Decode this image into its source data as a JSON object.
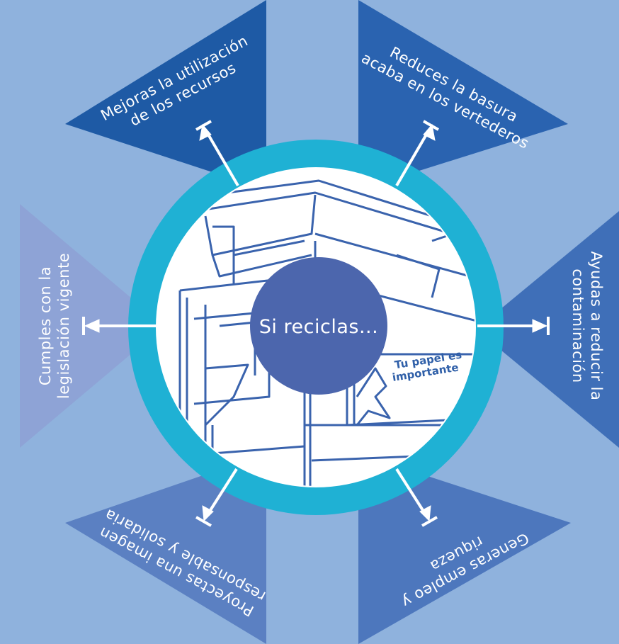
{
  "center": {
    "label": "Si reciclas..."
  },
  "stamp": {
    "line1": "Tu papel es",
    "line2": "importante"
  },
  "benefits": [
    {
      "id": "top-left",
      "line1": "Mejoras la utilización",
      "line2": "de los recursos"
    },
    {
      "id": "top-right",
      "line1": "Reduces la basura",
      "line2": "acaba en los vertederos"
    },
    {
      "id": "right",
      "line1": "Ayudas a reducir la",
      "line2": "contaminación"
    },
    {
      "id": "bottom-right",
      "line1": "Generas empleo y",
      "line2": "riqueza"
    },
    {
      "id": "bottom-left",
      "line1": "Proyectas una imagen",
      "line2": "responsable y solidaria"
    },
    {
      "id": "left",
      "line1": "Cumples con la",
      "line2": "legislación vigente"
    }
  ],
  "colors": {
    "background": "#8fb2dd",
    "ring": "#1fb1d4",
    "center_disc": "#4c66ad",
    "top_left": "#1e5aa5",
    "top_right": "#2a63b0",
    "right": "#3f6fb8",
    "bottom_right": "#4d77bd",
    "bottom_left": "#5b80c2",
    "left": "#8ea3d6"
  }
}
